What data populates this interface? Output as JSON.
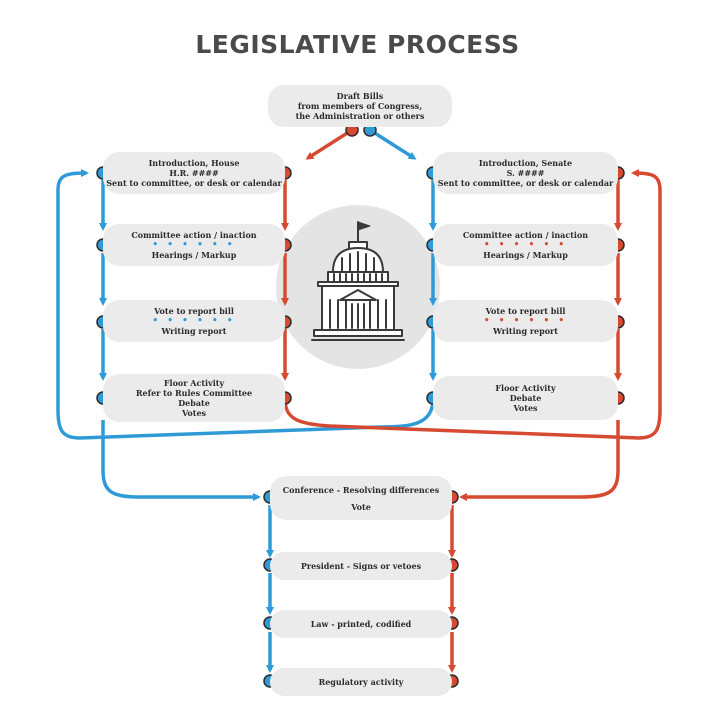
{
  "title": "LEGISLATIVE PROCESS",
  "colors": {
    "house": "#2f9bd6",
    "senate": "#d64a32",
    "box": "#ebebeb",
    "text": "#2b2b2b",
    "title": "#4a4a4a",
    "capitol_bg": "#e4e4e4"
  },
  "icons": {
    "capitol": "capitol-building-icon"
  },
  "draft": {
    "line1": "Draft Bills",
    "line2": "from members of Congress,",
    "line3": "the Administration or others"
  },
  "house": {
    "intro": {
      "line1": "Introduction, House",
      "line2": "H.R. ####",
      "line3": "Sent to committee, or desk or calendar"
    },
    "committee": {
      "line1": "Committee action / inaction",
      "dots": "• • • • • •",
      "line2": "Hearings / Markup"
    },
    "vote": {
      "line1": "Vote to report bill",
      "dots": "• • • • • •",
      "line2": "Writing report"
    },
    "floor": {
      "line1": "Floor Activity",
      "line2": "Refer to Rules Committee",
      "line3": "Debate",
      "line4": "Votes"
    }
  },
  "senate": {
    "intro": {
      "line1": "Introduction, Senate",
      "line2": "S. ####",
      "line3": "Sent to committee, or desk or calendar"
    },
    "committee": {
      "line1": "Committee action / inaction",
      "dots": "• • • • • •",
      "line2": "Hearings / Markup"
    },
    "vote": {
      "line1": "Vote to report bill",
      "dots": "• • • • • •",
      "line2": "Writing report"
    },
    "floor": {
      "line1": "Floor Activity",
      "line2": "Debate",
      "line3": "Votes"
    }
  },
  "conference": {
    "line1": "Conference - Resolving differences",
    "line2": "Vote"
  },
  "president": {
    "line1": "President - Signs or vetoes"
  },
  "law": {
    "line1": "Law - printed, codified"
  },
  "regulatory": {
    "line1": "Regulatory activity"
  }
}
